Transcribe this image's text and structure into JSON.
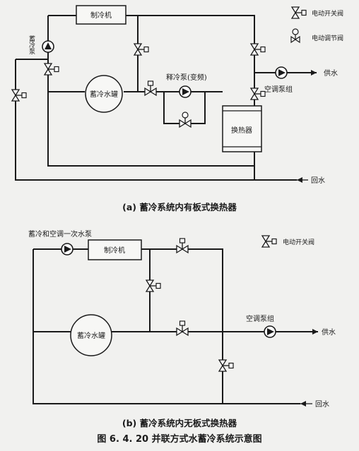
{
  "diagram_a": {
    "chiller": "制冷机",
    "storage_pump": "蓄冷泵",
    "tank": "蓄冷水罐",
    "release_pump": "释冷泵(变频)",
    "heat_exchanger": "换热器",
    "ac_pump_group": "空调泵组",
    "supply": "供水",
    "return": "回水",
    "legend_switch_valve": "电动开关阀",
    "legend_control_valve": "电动调节阀",
    "caption": "(a)  蓄冷系统内有板式换热器"
  },
  "diagram_b": {
    "chiller": "制冷机",
    "combo_pump": "蓄冷和空调一次水泵",
    "tank": "蓄冷水罐",
    "ac_pump_group": "空调泵组",
    "supply": "供水",
    "return": "回水",
    "legend_switch_valve": "电动开关阀",
    "caption": "(b)  蓄冷系统内无板式换热器"
  },
  "figure_title": "图 6. 4. 20   并联方式水蓄冷系统示意图"
}
